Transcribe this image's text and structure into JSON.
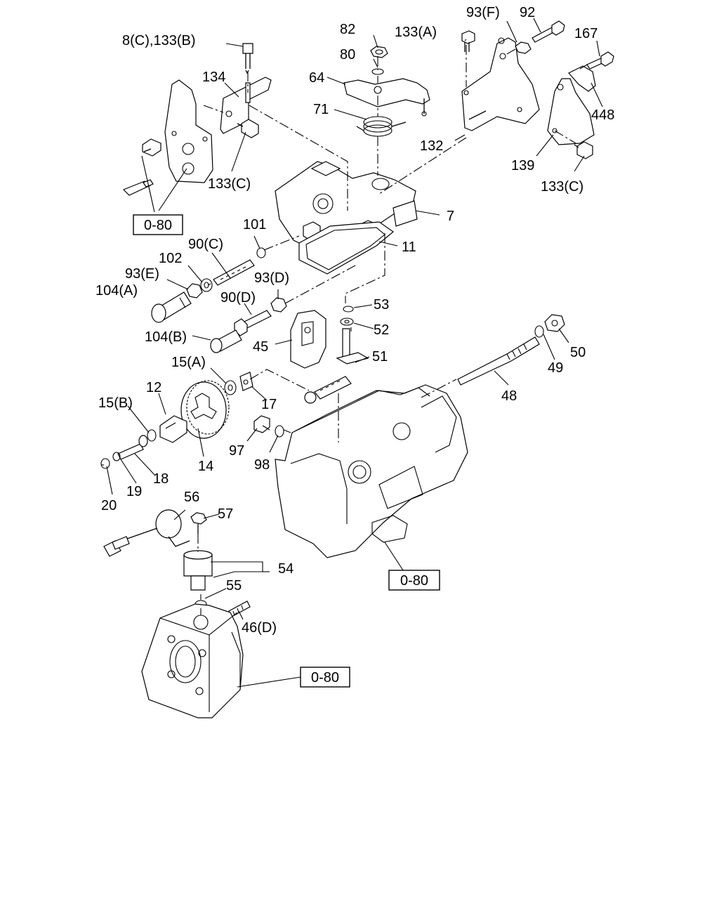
{
  "labels": {
    "p8c133b": "8(C),133(B)",
    "p82": "82",
    "p80": "80",
    "p64": "64",
    "p71": "71",
    "p133a": "133(A)",
    "p93f": "93(F)",
    "p92": "92",
    "p167": "167",
    "p448": "448",
    "p132": "132",
    "p139": "139",
    "p133c_right": "133(C)",
    "p134": "134",
    "p133c_left": "133(C)",
    "p7": "7",
    "p11": "11",
    "p101": "101",
    "p90c": "90(C)",
    "p102": "102",
    "p93e": "93(E)",
    "p104a": "104(A)",
    "p93d": "93(D)",
    "p90d": "90(D)",
    "p104b": "104(B)",
    "p53": "53",
    "p52": "52",
    "p45": "45",
    "p51": "51",
    "p50": "50",
    "p49": "49",
    "p48": "48",
    "p15a": "15(A)",
    "p12": "12",
    "p15b": "15(B)",
    "p17": "17",
    "p97": "97",
    "p98": "98",
    "p14": "14",
    "p18": "18",
    "p19": "19",
    "p20": "20",
    "p56": "56",
    "p57": "57",
    "p54": "54",
    "p55": "55",
    "p46d": "46(D)"
  },
  "references": {
    "ref_upper_left": "0-80",
    "ref_right": "0-80",
    "ref_bottom": "0-80"
  }
}
